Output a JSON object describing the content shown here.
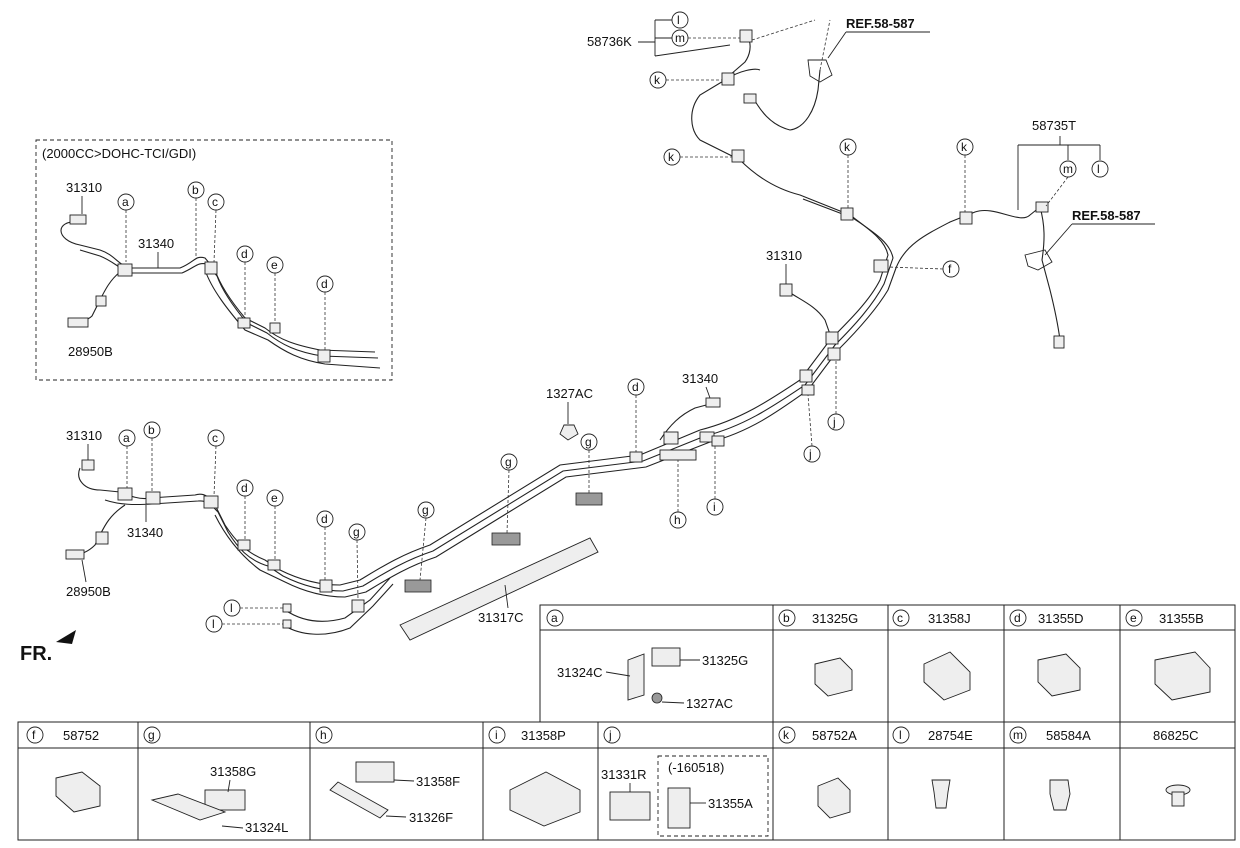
{
  "inset": {
    "title": "(2000CC>DOHC-TCI/GDI)"
  },
  "ref_labels": [
    "REF.58-587",
    "REF.58-587"
  ],
  "orientation_label": "FR.",
  "part_numbers": {
    "p58736K": "58736K",
    "p58735T": "58735T",
    "p31310": "31310",
    "p31340": "31340",
    "p28950B": "28950B",
    "p1327AC": "1327AC",
    "p31317C": "31317C"
  },
  "callout_letters": [
    "a",
    "b",
    "c",
    "d",
    "e",
    "f",
    "g",
    "h",
    "i",
    "j",
    "k",
    "l",
    "m"
  ],
  "legend": {
    "cells": [
      {
        "letter": "a",
        "part": ""
      },
      {
        "letter": "b",
        "part": "31325G"
      },
      {
        "letter": "c",
        "part": "31358J"
      },
      {
        "letter": "d",
        "part": "31355D"
      },
      {
        "letter": "e",
        "part": "31355B"
      },
      {
        "letter": "f",
        "part": "58752"
      },
      {
        "letter": "g",
        "part": ""
      },
      {
        "letter": "h",
        "part": ""
      },
      {
        "letter": "i",
        "part": "31358P"
      },
      {
        "letter": "j",
        "part": ""
      },
      {
        "letter": "k",
        "part": "58752A"
      },
      {
        "letter": "l",
        "part": "28754E"
      },
      {
        "letter": "m",
        "part": "58584A"
      },
      {
        "letter": "",
        "part": "86825C"
      }
    ],
    "sub_labels": {
      "a1": "31324C",
      "a2": "31325G",
      "a3": "1327AC",
      "g1": "31358G",
      "g2": "31324L",
      "h1": "31358F",
      "h2": "31326F",
      "j1": "31331R",
      "j2": "31355A",
      "j_note": "(-160518)"
    }
  }
}
